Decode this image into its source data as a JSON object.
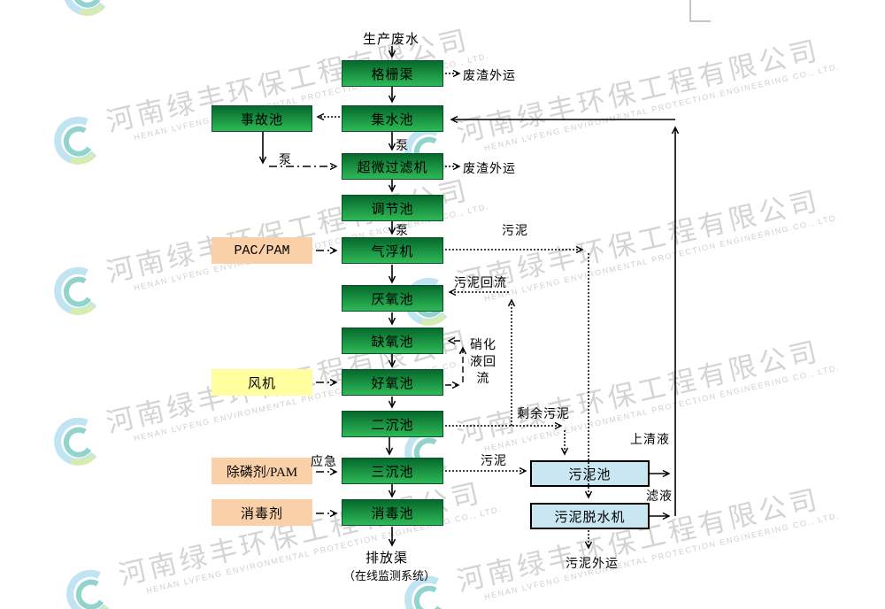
{
  "watermark": {
    "company_cn": "河南绿丰环保工程有限公司",
    "company_en": "HENAN LVFENG ENVIRONMENTAL PROTECTION ENGINEERING CO., LTD."
  },
  "colors": {
    "process_box_top": "#05692c",
    "process_box_bottom": "#2fb957",
    "chemical_box": "#f9d0a7",
    "fan_box": "#ffffa0",
    "sludge_box": "#c9e6f1",
    "watermark_text": "#d4d4d4"
  },
  "nodes": {
    "source": "生产废水",
    "grid_channel": "格栅渠",
    "collection_tank": "集水池",
    "accident_tank": "事故池",
    "ultra_filter": "超微过滤机",
    "regulating_tank": "调节池",
    "air_flotation": "气浮机",
    "anaerobic_tank": "厌氧池",
    "anoxic_tank": "缺氧池",
    "aerobic_tank": "好氧池",
    "secondary_sedimentation": "二沉池",
    "tertiary_sedimentation": "三沉池",
    "disinfection_tank": "消毒池",
    "pac_pam": "PAC/PAM",
    "fan": "风机",
    "phosphorus_removal": "除磷剂/PAM",
    "disinfectant": "消毒剂",
    "sludge_tank": "污泥池",
    "sludge_dewatering": "污泥脱水机"
  },
  "labels": {
    "waste_out_top": "废渣外运",
    "waste_out_filter": "废渣外运",
    "pump_collection": "泵",
    "pump_accident": "泵",
    "pump_regulating": "泵",
    "sludge_flotation": "污泥",
    "sludge_return": "污泥回流",
    "nitrify_line1": "硝化",
    "nitrify_line2": "液回",
    "nitrify_line3": "流",
    "excess_sludge": "剩余污泥",
    "supernatant": "上清液",
    "sludge_tertiary": "污泥",
    "emergency": "应急",
    "filtrate": "滤液",
    "discharge": "排放渠",
    "online_monitor": "（在线监测系统）",
    "sludge_out": "污泥外运"
  }
}
